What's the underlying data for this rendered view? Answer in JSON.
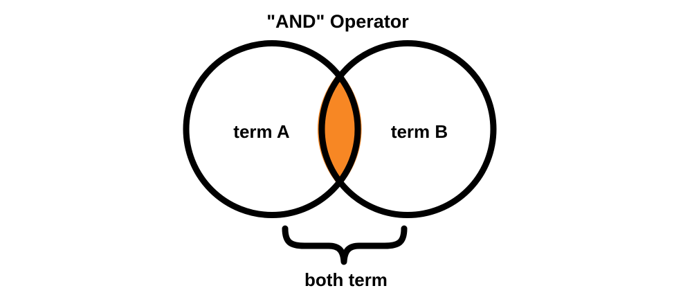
{
  "diagram": {
    "title": "\"AND\" Operator",
    "left_circle_label": "term A",
    "right_circle_label": "term B",
    "bracket_label": "both term",
    "colors": {
      "outline": "#000000",
      "intersection_fill": "#F78724",
      "background": "#FFFFFF"
    }
  }
}
